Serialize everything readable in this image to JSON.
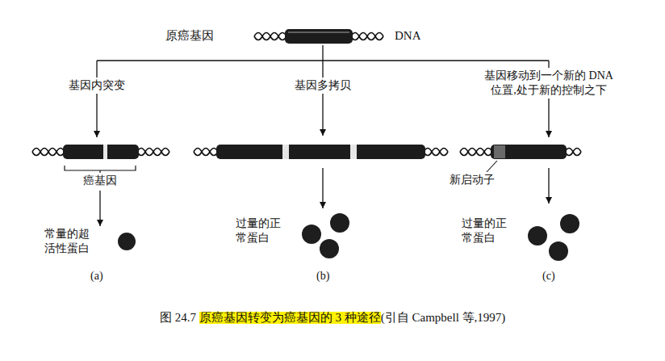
{
  "diagram": {
    "caption": "图 24.7 原癌基因转变为癌基因的 3 种途径(引自 Campbell 等,1997)",
    "labels": [
      "原癌基因",
      "DNA",
      "基因内突变",
      "基因多拷贝",
      "基因移动到一个新的 DNA 位置,处于新的控制之下",
      "癌基因",
      "新启动子",
      "常量的超活性蛋白",
      "过量的正常蛋白",
      "过量的正常蛋白",
      "(a)",
      "(b)",
      "(c)"
    ]
  }
}
